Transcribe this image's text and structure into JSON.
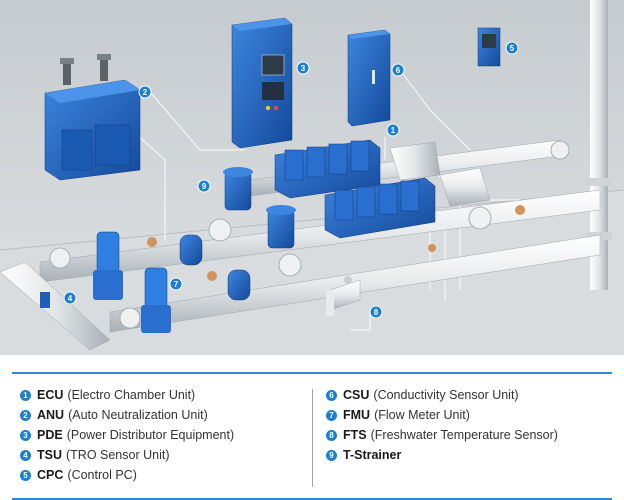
{
  "callouts": [
    "1",
    "2",
    "3",
    "4",
    "5",
    "6",
    "7",
    "8",
    "9"
  ],
  "legend": {
    "left": [
      {
        "num": "1",
        "abbr": "ECU",
        "desc": "(Electro Chamber Unit)"
      },
      {
        "num": "2",
        "abbr": "ANU",
        "desc": "(Auto Neutralization Unit)"
      },
      {
        "num": "3",
        "abbr": "PDE",
        "desc": "(Power Distributor Equipment)"
      },
      {
        "num": "4",
        "abbr": "TSU",
        "desc": "(TRO Sensor Unit)"
      },
      {
        "num": "5",
        "abbr": "CPC",
        "desc": "(Control PC)"
      }
    ],
    "right": [
      {
        "num": "6",
        "abbr": "CSU",
        "desc": "(Conductivity Sensor Unit)"
      },
      {
        "num": "7",
        "abbr": "FMU",
        "desc": "(Flow Meter Unit)"
      },
      {
        "num": "8",
        "abbr": "FTS",
        "desc": "(Freshwater Temperature Sensor)"
      },
      {
        "num": "9",
        "abbr": "T-Strainer",
        "desc": ""
      }
    ]
  },
  "colors": {
    "accent": "#1c7fd1",
    "equipment": "#1f66c4",
    "pipe": "#e4e8ea",
    "background": "#d3d7da"
  }
}
